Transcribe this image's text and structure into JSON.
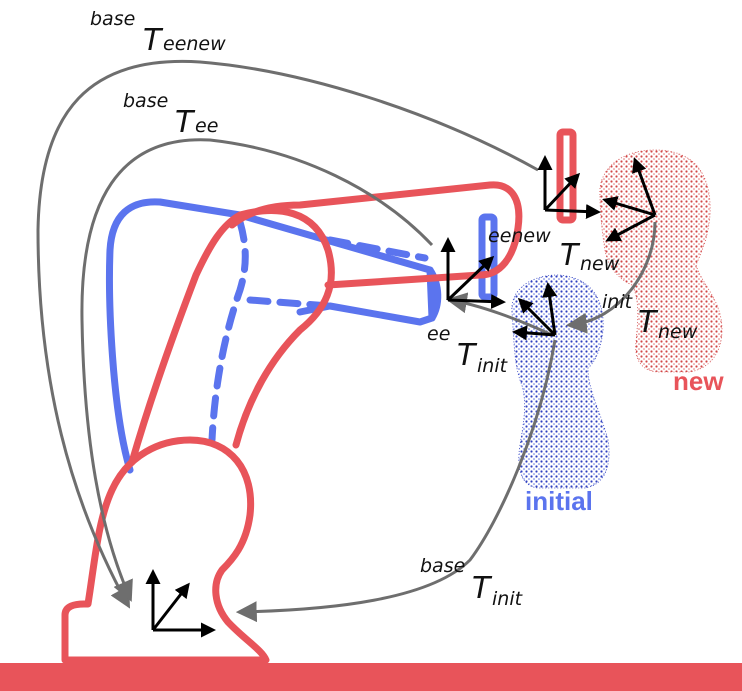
{
  "labels": {
    "base_T_eenew": {
      "sup": "base",
      "main": "T",
      "sub": "eenew"
    },
    "base_T_ee": {
      "sup": "base",
      "main": "T",
      "sub": "ee"
    },
    "eenew_T_new": {
      "sup": "eenew",
      "main": "T",
      "sub": "new"
    },
    "init_T_new": {
      "sup": "init",
      "main": "T",
      "sub": "new"
    },
    "ee_T_init": {
      "sup": "ee",
      "main": "T",
      "sub": "init"
    },
    "base_T_init": {
      "sup": "base",
      "main": "T",
      "sub": "init"
    },
    "word_new": "new",
    "word_initial": "initial"
  },
  "colors": {
    "robot_new": "#e8545a",
    "robot_initial": "#5b74ee",
    "head_new": "#d24545",
    "head_initial": "#2f3fbf",
    "arrows": "#6e6e6e",
    "frames": "#000000"
  }
}
